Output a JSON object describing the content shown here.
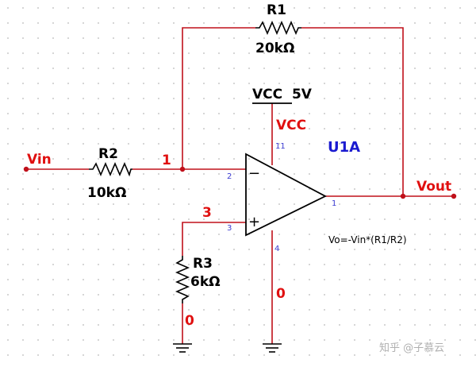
{
  "colors": {
    "wire": "#c0101a",
    "component": "#000000",
    "red_label": "#e01010",
    "blue_label": "#1a1ad0",
    "pin_label": "#3a3ad0",
    "grid_dot": "#b8b8b8"
  },
  "labels": {
    "r1_name": "R1",
    "r1_value": "20kΩ",
    "r2_name": "R2",
    "r2_value": "10kΩ",
    "r3_name": "R3",
    "r3_value": "6kΩ",
    "vcc_source": "VCC  5V",
    "vcc_net": "VCC",
    "u1a": "U1A",
    "vin": "Vin",
    "vout": "Vout",
    "node1": "1",
    "node3": "3",
    "node0_left": "0",
    "node0_right": "0",
    "pin2": "2",
    "pin3": "3",
    "pin11": "11",
    "pin4": "4",
    "pin1": "1",
    "minus": "−",
    "plus": "+",
    "formula": "Vo=-Vin*(R1/R2)",
    "watermark": "知乎 @子慕云"
  }
}
